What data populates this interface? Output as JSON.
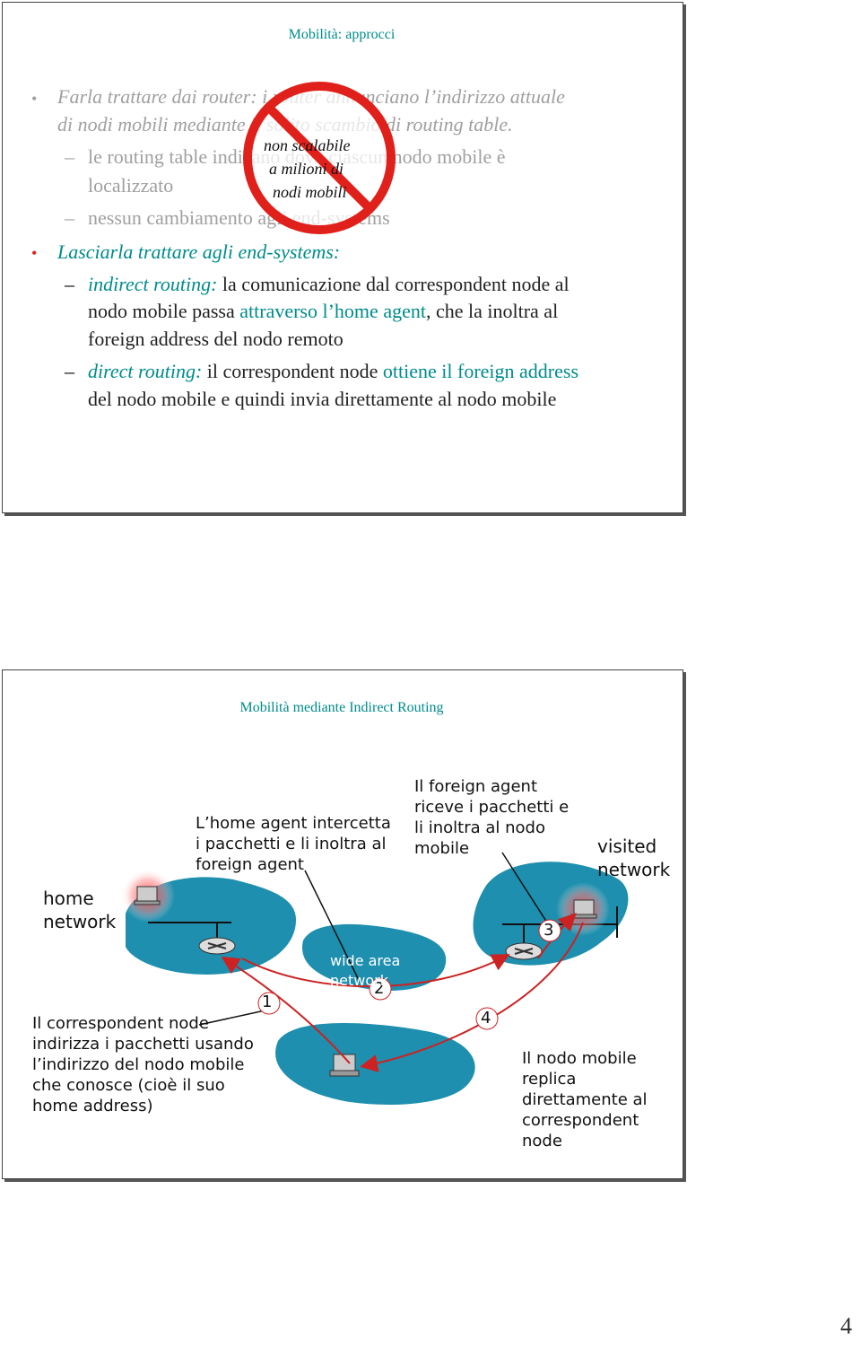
{
  "slide1": {
    "title": "Mobilità: approcci",
    "b1_l1": "Farla trattare dai router: i router annunciano l’indirizzo attuale",
    "b1_l2": "di nodi mobili mediante il solito scambio di routing table.",
    "s1_l1": "le routing table indicano dove ciascun nodo mobile è",
    "s1_l2": "localizzato",
    "s2_l1": "nessun cambiamento agli end-systems",
    "stamp_l1": "non scalabile",
    "stamp_l2": "a milioni di",
    "stamp_l3": "nodi mobili",
    "b2": "Lasciarla trattare agli end-systems:",
    "ir_term": "indirect routing:",
    "ir_a": " la comunicazione dal correspondent node al",
    "ir_b1": "nodo mobile passa ",
    "ir_b2": "attraverso l’home agent",
    "ir_b3": ", che la inoltra al",
    "ir_c": "foreign address del nodo remoto",
    "dr_term": "direct routing:",
    "dr_a1": " il correspondent node ",
    "dr_a2": "ottiene il foreign address",
    "dr_b": "del nodo mobile e quindi invia direttamente al nodo mobile"
  },
  "slide2": {
    "title": "Mobilità mediante Indirect Routing",
    "home_net_1": "home",
    "home_net_2": "network",
    "visited_1": "visited",
    "visited_2": "network",
    "wan_1": "wide area",
    "wan_2": "network",
    "ha_1": "L’home agent intercetta",
    "ha_2": "i pacchetti e li inoltra al",
    "ha_3": "foreign agent",
    "fa_1": "Il foreign agent",
    "fa_2": "riceve i pacchetti e",
    "fa_3": "li inoltra al nodo",
    "fa_4": "mobile",
    "cn_1": "Il correspondent node",
    "cn_2": "indirizza i pacchetti usando",
    "cn_3": "l’indirizzo del nodo mobile",
    "cn_4": "che conosce (cioè il suo",
    "cn_5": "home address)",
    "mn_1": "Il nodo mobile",
    "mn_2": "replica",
    "mn_3": "direttamente al",
    "mn_4": "correspondent",
    "mn_5": "node",
    "n1": "1",
    "n2": "2",
    "n3": "3",
    "n4": "4"
  },
  "page_number": "4",
  "colors": {
    "title": "#008b8b",
    "network": "#1e8fae",
    "stamp": "#e0201a",
    "arrow": "#cc2222"
  }
}
